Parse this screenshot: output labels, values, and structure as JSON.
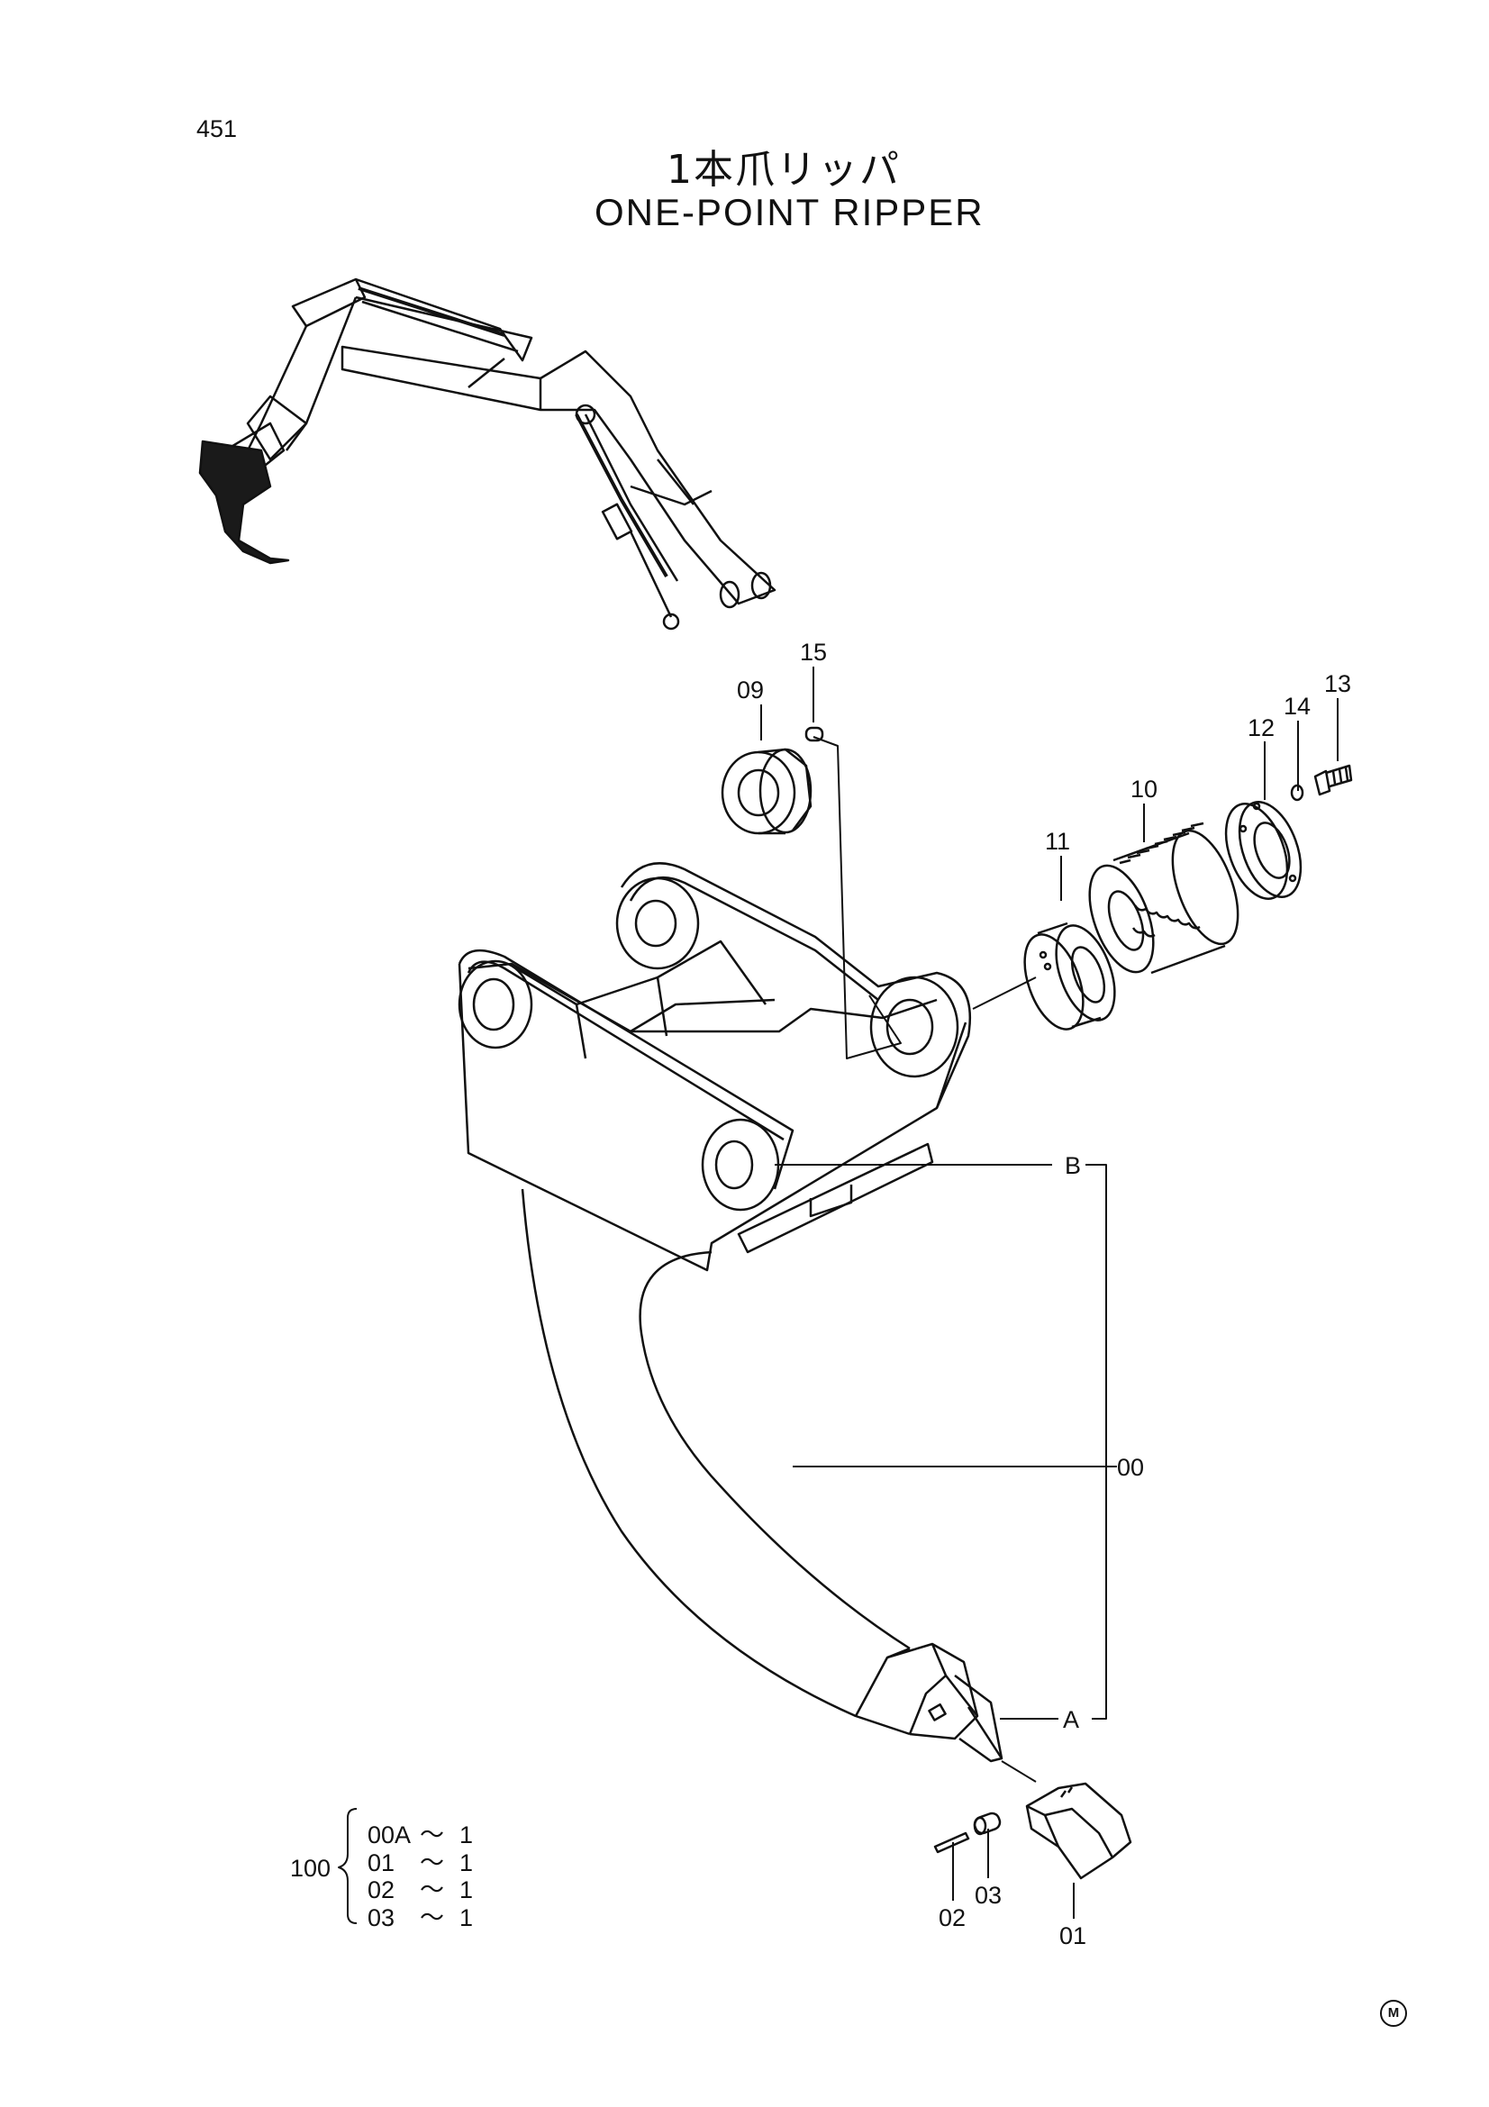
{
  "page_number": "451",
  "title_jp": "1本爪リッパ",
  "title_en": "ONE-POINT RIPPER",
  "callouts": {
    "c09": "09",
    "c15": "15",
    "c11": "11",
    "c10": "10",
    "c12": "12",
    "c14": "14",
    "c13": "13",
    "cB": "B",
    "c00": "00",
    "cA": "A",
    "c02": "02",
    "c03": "03",
    "c01": "01"
  },
  "kit": {
    "id": "100",
    "rows": [
      {
        "part": "00A",
        "sep": "～",
        "qty": "1"
      },
      {
        "part": "01",
        "sep": "～",
        "qty": "1"
      },
      {
        "part": "02",
        "sep": "～",
        "qty": "1"
      },
      {
        "part": "03",
        "sep": "～",
        "qty": "1"
      }
    ]
  },
  "copyright_mark": "M"
}
